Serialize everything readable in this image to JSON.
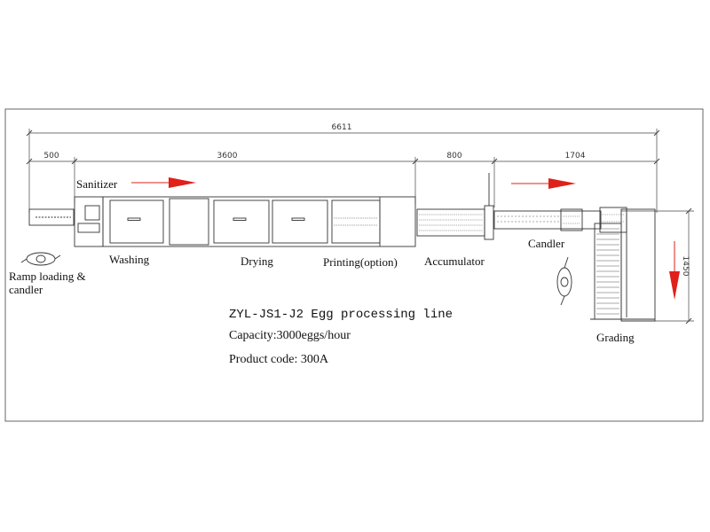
{
  "dimensions": {
    "total": "6611",
    "ramp": "500",
    "washing_drying": "3600",
    "accumulator": "800",
    "candler": "1704",
    "grading_height": "1450"
  },
  "labels": {
    "sanitizer": "Sanitizer",
    "ramp_line1": "Ramp loading &",
    "ramp_line2": "candler",
    "washing": "Washing",
    "drying": "Drying",
    "printing": "Printing(option)",
    "accumulator": "Accumulator",
    "candler": "Candler",
    "grading": "Grading"
  },
  "info": {
    "title": "ZYL-JS1-J2 Egg processing line",
    "capacity": "Capacity:3000eggs/hour",
    "product_code": "Product code: 300A"
  },
  "colors": {
    "line": "#333333",
    "arrow": "#e0201a"
  }
}
